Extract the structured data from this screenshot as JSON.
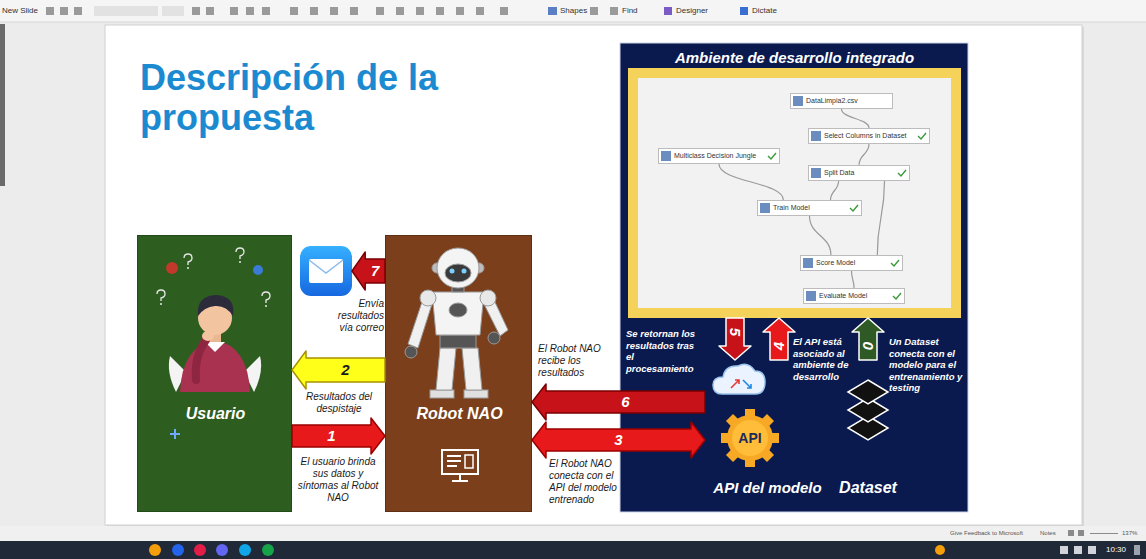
{
  "diagram": {
    "title": "Descripción de la propuesta",
    "nodes": [
      {
        "text": [
          "Usuario"
        ]
      },
      {
        "text": [
          "Robot NAO"
        ]
      },
      {
        "text": [
          "Envía resultados vía correo"
        ]
      },
      {
        "text": [
          "Ambiente de desarrollo integrado"
        ]
      },
      {
        "text": [
          "DataLimpia2.csv"
        ],
        "in": 3
      },
      {
        "text": [
          "Select Columns in Dataset"
        ],
        "in": 3
      },
      {
        "text": [
          "Multiclass Decision Jungle"
        ],
        "in": 3
      },
      {
        "text": [
          "Split Data"
        ],
        "in": 3
      },
      {
        "text": [
          "Train Model"
        ],
        "in": 3
      },
      {
        "text": [
          "Score Model"
        ],
        "in": 3
      },
      {
        "text": [
          "Evaluate Model"
        ],
        "in": 3
      },
      {
        "text": [
          "API",
          "API del modelo"
        ]
      },
      {
        "text": [
          "Dataset"
        ]
      }
    ],
    "edges": [
      {
        "from": 12,
        "to": 3,
        "label": "0",
        "arrow": "to"
      },
      {
        "from": 0,
        "to": 1,
        "label": "1",
        "arrow": "to"
      },
      {
        "from": 1,
        "to": 0,
        "label": "2",
        "arrow": "to"
      },
      {
        "from": 1,
        "to": 11,
        "label": "3",
        "arrow": "both"
      },
      {
        "from": 11,
        "to": 3,
        "label": "4",
        "arrow": "to"
      },
      {
        "from": 3,
        "to": 11,
        "label": "5",
        "arrow": "to"
      },
      {
        "from": 11,
        "to": 1,
        "label": "6",
        "arrow": "to"
      },
      {
        "from": 1,
        "to": 2,
        "label": "7",
        "arrow": "to"
      },
      {
        "from": 4,
        "to": 5,
        "arrow": "none"
      },
      {
        "from": 5,
        "to": 7,
        "arrow": "none"
      },
      {
        "from": 6,
        "to": 8,
        "arrow": "none"
      },
      {
        "from": 7,
        "to": 8,
        "arrow": "none"
      },
      {
        "from": 7,
        "to": 9,
        "arrow": "none"
      },
      {
        "from": 8,
        "to": 9,
        "arrow": "none"
      },
      {
        "from": 9,
        "to": 10,
        "arrow": "none"
      }
    ],
    "labels": [
      "El usuario brinda sus datos y síntomas al Robot NAO",
      "Resultados del despistaje",
      "El Robot NAO recibe los resultados",
      "El Robot NAO conecta con el API del modelo entrenado",
      "Se retornan los resultados tras el procesamiento",
      "El API está asociado al ambiente de desarrollo",
      "Un Dataset conecta con el modelo para el entrenamiento y testing",
      "New Slide",
      "Shapes",
      "Find",
      "Designer",
      "Dictate",
      "Give Feedback to Microsoft",
      "Notes",
      "137%",
      "10:30"
    ]
  }
}
